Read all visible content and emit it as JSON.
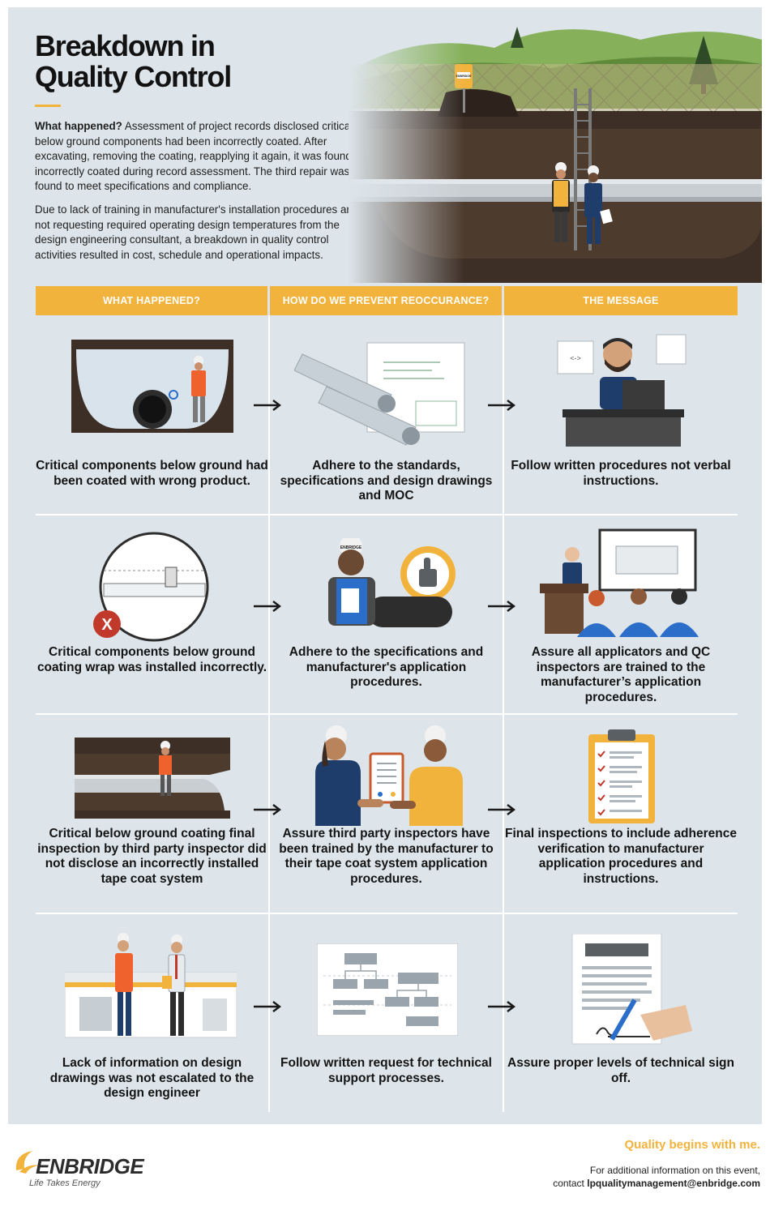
{
  "title": "Breakdown in Quality Control",
  "intro": {
    "lead": "What happened?",
    "paragraph1": "Assessment of project records disclosed critical below ground components had been incorrectly coated. After excavating, removing the coating, reapplying it again, it was found incorrectly coated during record assessment. The third repair was found to meet specifications and compliance.",
    "paragraph2": "Due to lack of training in manufacturer's installation procedures and not requesting required operating design temperatures from the design engineering consultant, a breakdown in quality control activities resulted in cost, schedule and operational impacts."
  },
  "hero_sign": "ENBRIDGE",
  "columns": [
    "WHAT HAPPENED?",
    "HOW DO WE PREVENT REOCCURANCE?",
    "THE MESSAGE"
  ],
  "rows": [
    {
      "happened": "Critical components below ground had been coated with wrong product.",
      "prevent": "Adhere to the standards, specifications and design drawings and MOC",
      "message": "Follow written procedures not verbal instructions."
    },
    {
      "happened": "Critical components below ground coating wrap was installed incorrectly.",
      "prevent": "Adhere to the specifications and manufacturer's application procedures.",
      "message": "Assure all applicators and QC inspectors are trained to the manufacturer’s application procedures."
    },
    {
      "happened": "Critical below ground coating final inspection by third party inspector did not disclose an incorrectly installed tape coat system",
      "prevent": "Assure third party inspectors have been trained by the manufacturer to their tape coat system application procedures.",
      "message": "Final inspections to include adherence verification to manufacturer application procedures and instructions."
    },
    {
      "happened": "Lack of information on design drawings was not escalated to the design engineer",
      "prevent": "Follow written request for technical support processes.",
      "message": "Assure proper levels of technical sign off."
    }
  ],
  "helmet_logo": "ENBRIDGE",
  "footer": {
    "tagline": "Quality begins with me.",
    "contact_line1": "For additional information on this event,",
    "contact_prefix": "contact",
    "contact_email": "lpqualitymanagement@enbridge.com",
    "logo_word": "ENBRIDGE",
    "logo_tagline": "Life Takes Energy"
  },
  "colors": {
    "accent": "#f2b33d",
    "panel": "#dde5ea",
    "worker_vest": "#f0622d",
    "uniform_blue": "#1f3d6b",
    "soil": "#4a3a2e",
    "grass": "#5f8a3a"
  }
}
